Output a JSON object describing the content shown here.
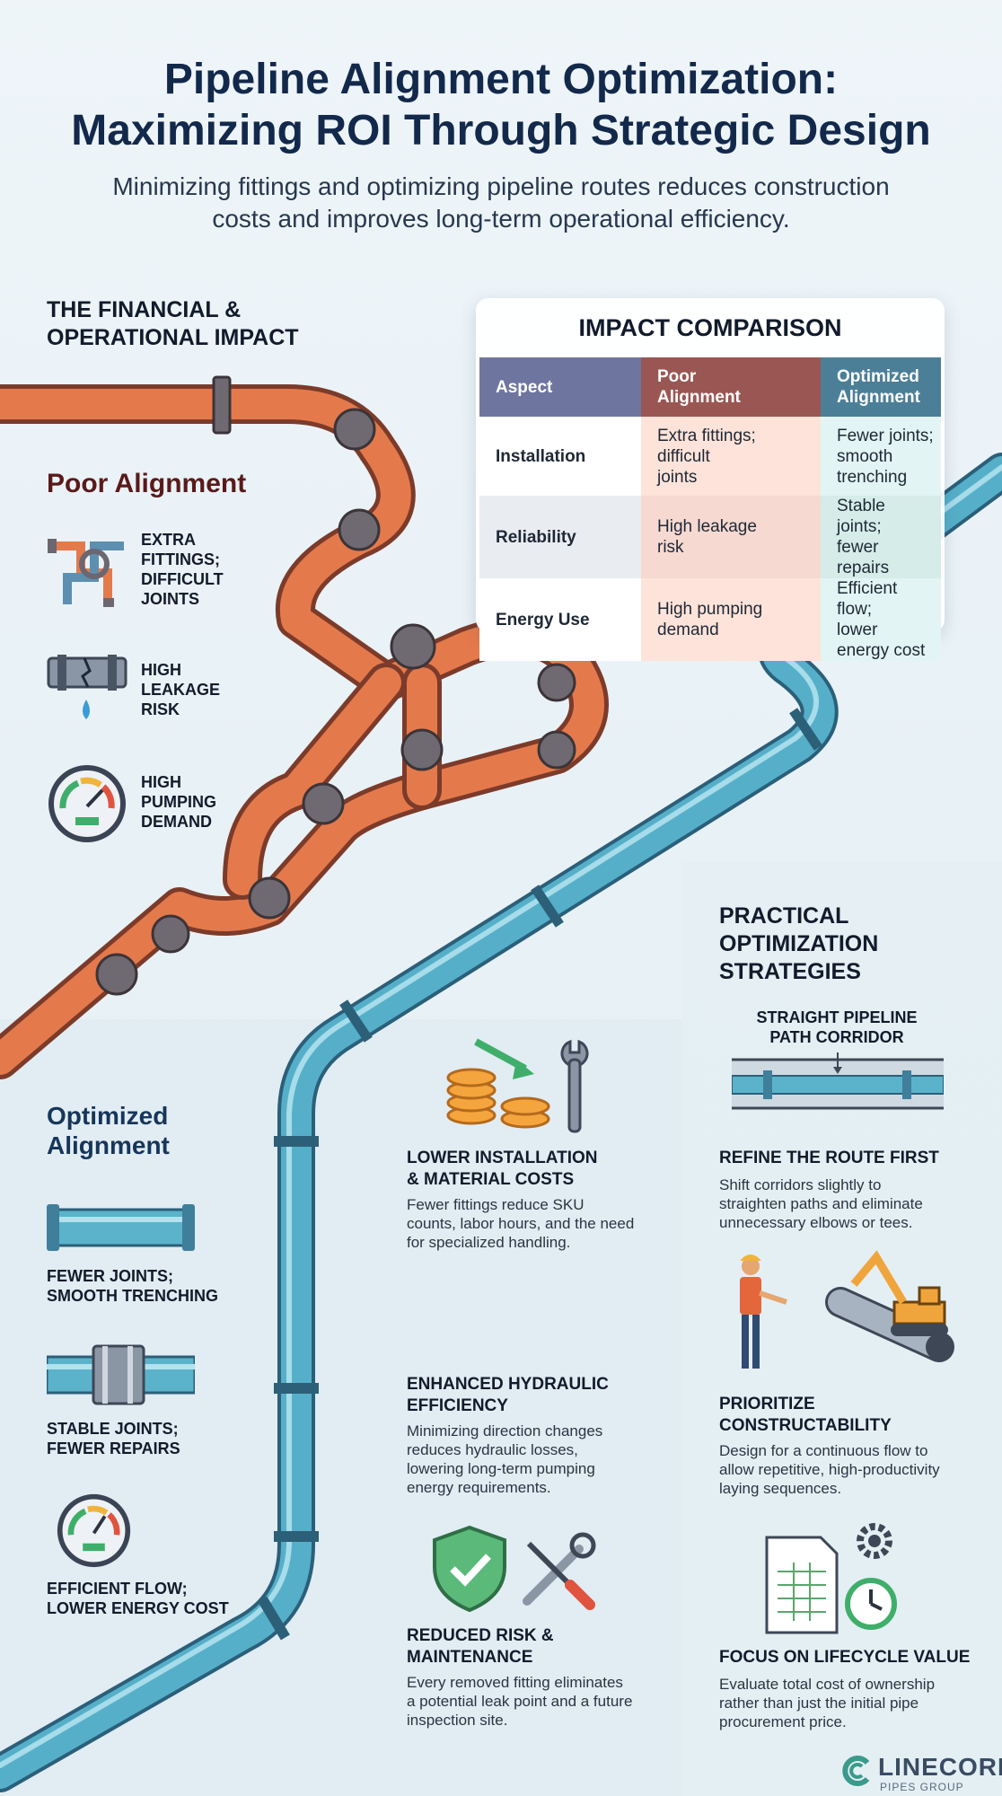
{
  "header": {
    "title_line1": "Pipeline Alignment Optimization:",
    "title_line2": "Maximizing ROI Through Strategic Design",
    "subtitle_line1": "Minimizing fittings and optimizing pipeline routes reduces construction",
    "subtitle_line2": "costs and improves long-term operational efficiency."
  },
  "impact": {
    "heading_line1": "THE FINANCIAL &",
    "heading_line2": "OPERATIONAL IMPACT"
  },
  "poor": {
    "heading": "Poor Alignment",
    "items": [
      {
        "l1": "EXTRA",
        "l2": "FITTINGS;",
        "l3": "DIFFICULT",
        "l4": "JOINTS"
      },
      {
        "l1": "HIGH",
        "l2": "LEAKAGE",
        "l3": "RISK"
      },
      {
        "l1": "HIGH",
        "l2": "PUMPING",
        "l3": "DEMAND"
      }
    ]
  },
  "table": {
    "title": "IMPACT COMPARISON",
    "headers": {
      "aspect": "Aspect",
      "poor_l1": "Poor",
      "poor_l2": "Alignment",
      "opt_l1": "Optimized",
      "opt_l2": "Alignment"
    },
    "rows": [
      {
        "aspect": "Installation",
        "poor": [
          "Extra fittings;",
          "difficult",
          "joints"
        ],
        "opt": [
          "Fewer joints;",
          "smooth",
          "trenching"
        ]
      },
      {
        "aspect": "Reliability",
        "poor": [
          "High leakage",
          "risk"
        ],
        "opt": [
          "Stable joints;",
          "fewer repairs"
        ]
      },
      {
        "aspect": "Energy Use",
        "poor": [
          "High pumping",
          "demand"
        ],
        "opt": [
          "Efficient flow;",
          "lower energy cost"
        ]
      }
    ]
  },
  "optimized": {
    "heading_line1": "Optimized",
    "heading_line2": "Alignment",
    "items": [
      {
        "l1": "FEWER JOINTS;",
        "l2": "SMOOTH TRENCHING"
      },
      {
        "l1": "STABLE JOINTS;",
        "l2": "FEWER REPAIRS"
      },
      {
        "l1": "EFFICIENT FLOW;",
        "l2": "LOWER ENERGY COST"
      }
    ]
  },
  "benefits": [
    {
      "h1": "LOWER INSTALLATION",
      "h2": "& MATERIAL COSTS",
      "t": [
        "Fewer fittings reduce SKU",
        "counts, labor hours, and the need",
        "for specialized handling."
      ]
    },
    {
      "h1": "ENHANCED HYDRAULIC",
      "h2": "EFFICIENCY",
      "t": [
        "Minimizing direction changes",
        "reduces hydraulic losses,",
        "lowering long-term pumping",
        "energy requirements."
      ]
    },
    {
      "h1": "REDUCED RISK &",
      "h2": "MAINTENANCE",
      "t": [
        "Every removed fitting eliminates",
        "a potential leak point and a future",
        "inspection site."
      ]
    }
  ],
  "strategies": {
    "heading_line1": "PRACTICAL",
    "heading_line2": "OPTIMIZATION",
    "heading_line3": "STRATEGIES",
    "corridor_l1": "STRAIGHT PIPELINE",
    "corridor_l2": "PATH CORRIDOR",
    "items": [
      {
        "h1": "REFINE THE ROUTE FIRST",
        "h2": "",
        "t": [
          "Shift corridors slightly to",
          "straighten paths and eliminate",
          "unnecessary elbows or tees."
        ]
      },
      {
        "h1": "PRIORITIZE",
        "h2": "CONSTRUCTABILITY",
        "t": [
          "Design for a continuous flow to",
          "allow repetitive, high-productivity",
          "laying sequences."
        ]
      },
      {
        "h1": "FOCUS ON LIFECYCLE VALUE",
        "h2": "",
        "t": [
          "Evaluate total cost of ownership",
          "rather than just the initial pipe",
          "procurement price."
        ]
      }
    ]
  },
  "brand": {
    "name": "LINECORE",
    "sub": "PIPES GROUP"
  },
  "colors": {
    "poor_pipe": "#e2774a",
    "opt_pipe": "#4ea7c2",
    "navy": "#13294b"
  },
  "icons": [
    "tangled-fittings-icon",
    "leaking-pipe-icon",
    "pressure-gauge-icon",
    "straight-pipe-icon",
    "coupled-pipe-icon",
    "coins-wrench-icon",
    "shield-check-icon",
    "crossed-tools-icon",
    "worker-excavator-icon",
    "spreadsheet-gear-clock-icon",
    "linecore-logo-icon"
  ]
}
